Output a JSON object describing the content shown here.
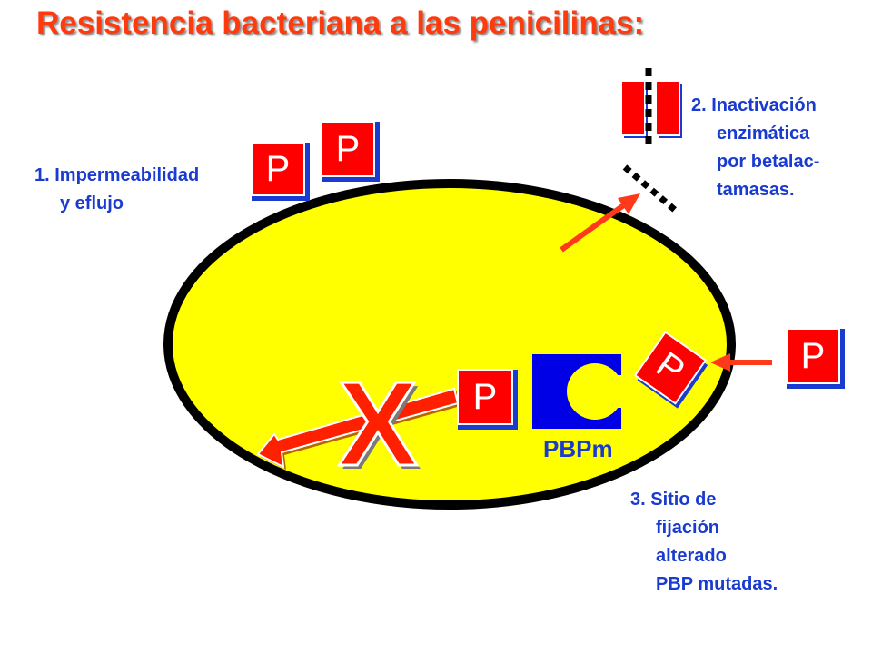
{
  "title": "Resistencia bacteriana a las penicilinas:",
  "mechanisms": {
    "impermeability": {
      "line1": "1. Impermeabilidad",
      "line2": "y eflujo"
    },
    "inactivation": {
      "line1": "2. Inactivación",
      "line2": "enzimática",
      "line3": "por betalac-",
      "line4": "tamasas."
    },
    "binding_site": {
      "line1": "3. Sitio de",
      "line2": "fijación",
      "line3": "alterado",
      "line4": "PBP mutadas."
    }
  },
  "penicillin_symbol": "P",
  "pbp_label": "PBPm",
  "blocked_symbol": "X",
  "colors": {
    "cell_fill": "#ffff00",
    "cell_border": "#000000",
    "penicillin": "#ff0000",
    "text": "#1a3bd0",
    "title": "#ff3a0d",
    "pbp": "#0000e6"
  }
}
